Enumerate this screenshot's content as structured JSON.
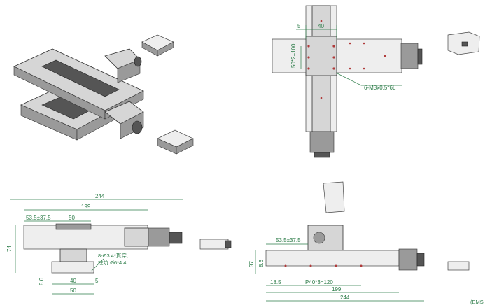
{
  "top_view": {
    "dim_5": "5",
    "dim_40": "40",
    "dim_vertical": "50*2=100",
    "callout": "6-M3x0.5*6L"
  },
  "front_view": {
    "dim_244": "244",
    "dim_199": "199",
    "dim_53_5": "53.5±37.5",
    "dim_50_top": "50",
    "dim_74": "74",
    "note_line1": "8-Ø3.4*貫穿;",
    "note_line2": "柱坑 Ø6*4.4L",
    "dim_8_6": "8.6",
    "dim_40": "40",
    "dim_5": "5",
    "dim_50_bottom": "50"
  },
  "side_view": {
    "dim_53_5": "53.5±37.5",
    "dim_37": "37",
    "dim_8_6": "8.6",
    "dim_18_5": "18.5",
    "dim_pitch": "P40*3=120",
    "dim_199": "199",
    "dim_244": "244",
    "corner_label": "(EMS"
  }
}
